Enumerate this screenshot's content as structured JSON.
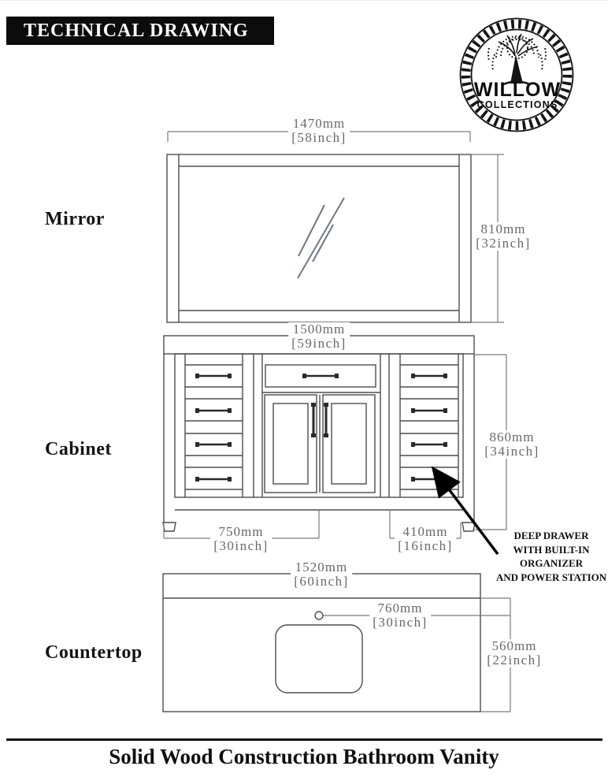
{
  "header": {
    "title": "TECHNICAL DRAWING"
  },
  "logo": {
    "brand": "WILLOW",
    "sub": "COLLECTIONS"
  },
  "mirror": {
    "label": "Mirror",
    "width_mm": "1470mm",
    "width_inch": "[58inch]",
    "height_mm": "810mm",
    "height_inch": "[32inch]"
  },
  "cabinet": {
    "label": "Cabinet",
    "width_mm": "1500mm",
    "width_inch": "[59inch]",
    "height_mm": "860mm",
    "height_inch": "[34inch]",
    "left_mm": "750mm",
    "left_inch": "[30inch]",
    "right_mm": "410mm",
    "right_inch": "[16inch]"
  },
  "countertop": {
    "label": "Countertop",
    "width_mm": "1520mm",
    "width_inch": "[60inch]",
    "faucet_mm": "760mm",
    "faucet_inch": "[30inch]",
    "depth_mm": "560mm",
    "depth_inch": "[22inch]"
  },
  "callout": {
    "lines": [
      "DEEP DRAWER",
      "WITH BUILT-IN",
      "ORGANIZER",
      "AND POWER STATION"
    ]
  },
  "footer": {
    "title": "Solid Wood Construction Bathroom Vanity"
  },
  "colors": {
    "header_bg": "#0c0c0c",
    "line": "#4d4d4d",
    "dim_line": "#7a7a7a",
    "dim_text": "#686868",
    "glass_slash": "#6f7680"
  }
}
